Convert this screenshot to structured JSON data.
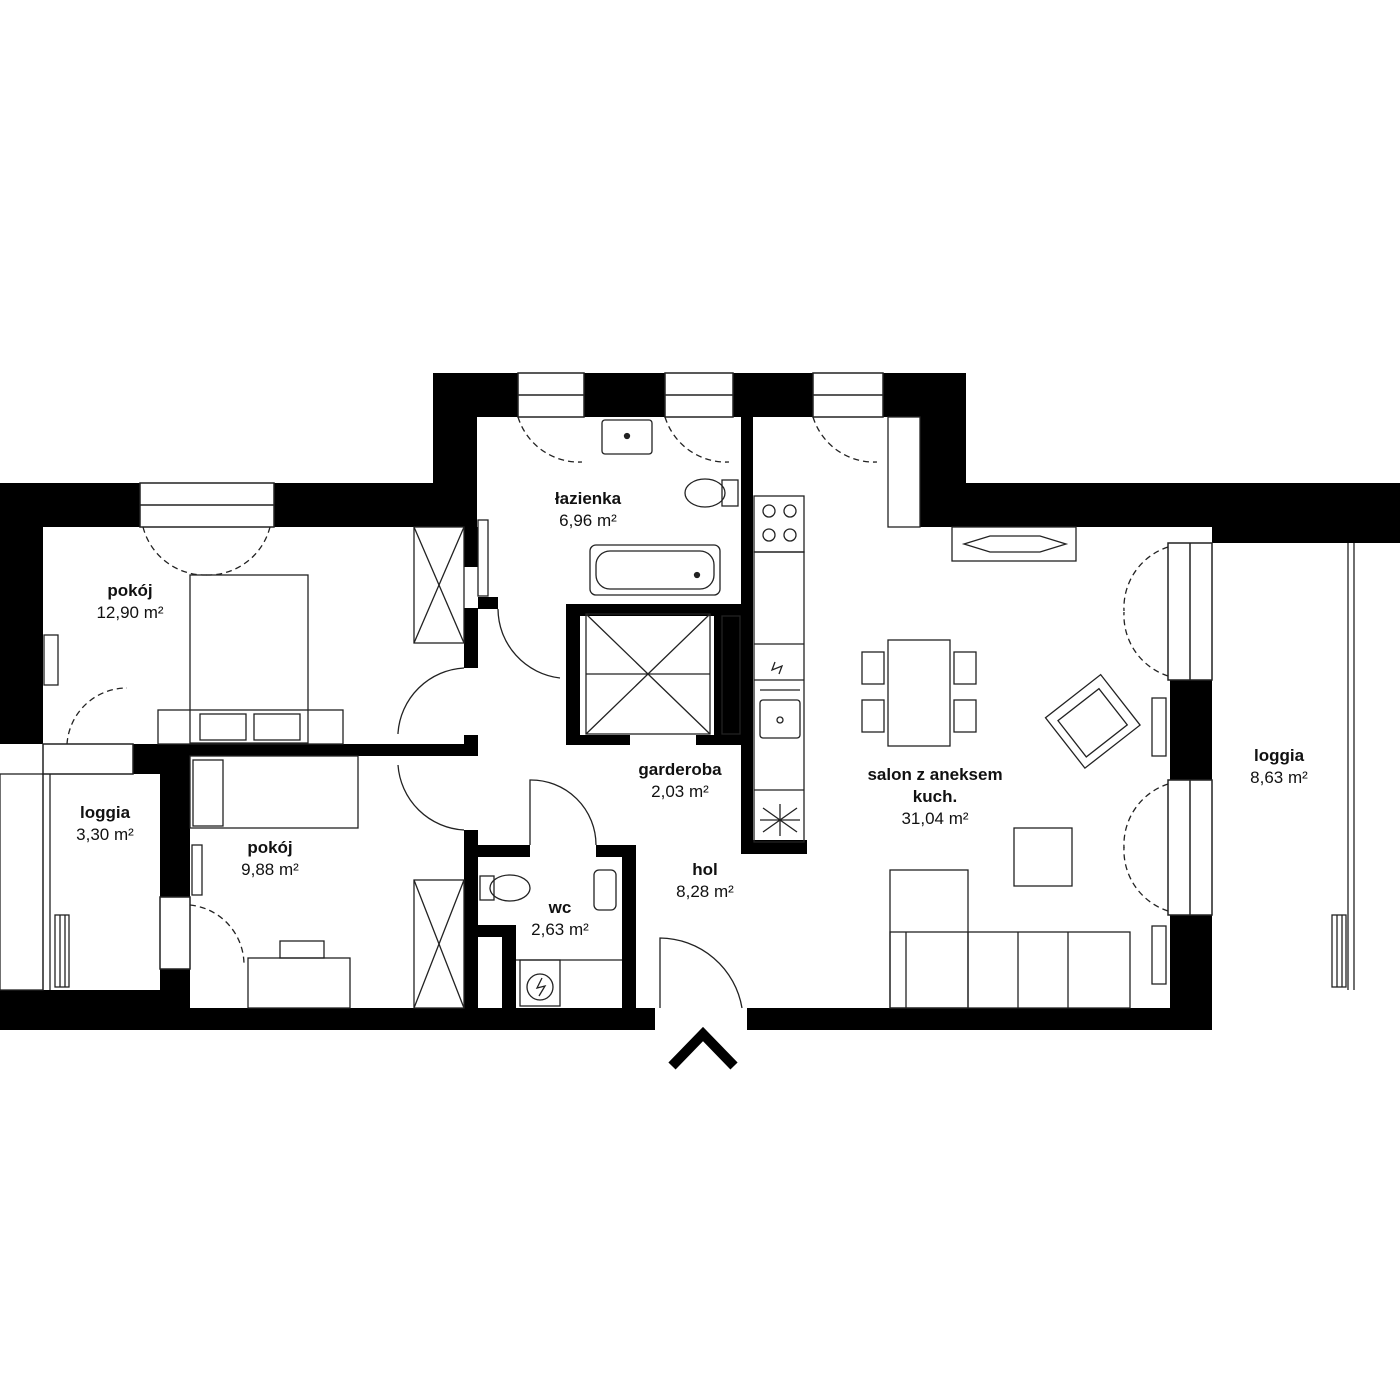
{
  "colors": {
    "wall": "#000000",
    "line": "#222222",
    "background": "#ffffff",
    "text": "#111111"
  },
  "rooms": [
    {
      "id": "bedroom1",
      "name": "pokój",
      "area": "12,90 m²"
    },
    {
      "id": "bathroom",
      "name": "łazienka",
      "area": "6,96 m²"
    },
    {
      "id": "loggia_left",
      "name": "loggia",
      "area": "3,30 m²"
    },
    {
      "id": "bedroom2",
      "name": "pokój",
      "area": "9,88 m²"
    },
    {
      "id": "wardrobe",
      "name": "garderoba",
      "area": "2,03 m²"
    },
    {
      "id": "hall",
      "name": "hol",
      "area": "8,28 m²"
    },
    {
      "id": "wc",
      "name": "wc",
      "area": "2,63 m²"
    },
    {
      "id": "living",
      "name": "salon z aneksem kuch.",
      "area": "31,04 m²"
    },
    {
      "id": "loggia_right",
      "name": "loggia",
      "area": "8,63 m²"
    }
  ],
  "entrance": {
    "icon": "entrance-arrow-icon"
  }
}
